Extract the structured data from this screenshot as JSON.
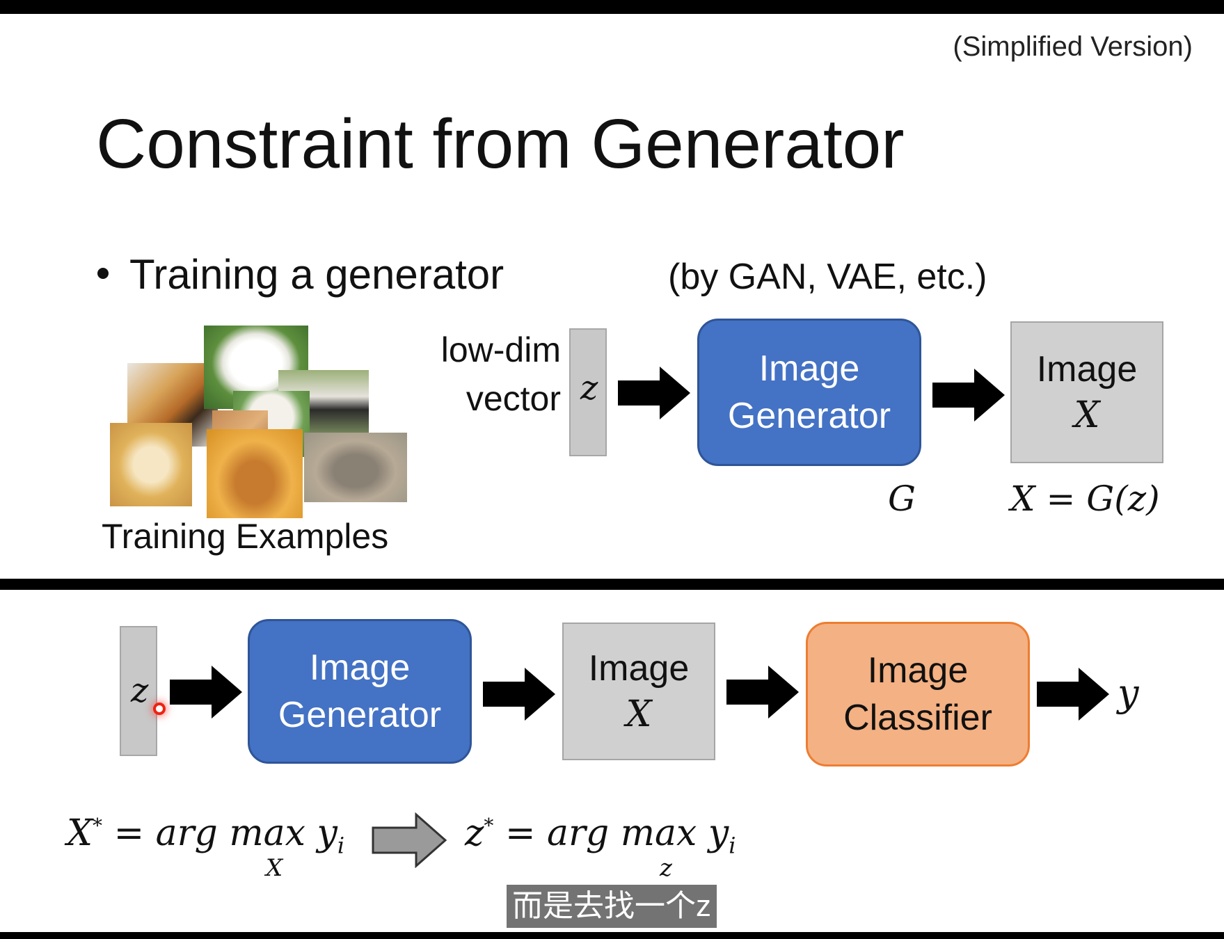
{
  "note": "(Simplified Version)",
  "title": "Constraint from Generator",
  "bullet": "Training a generator",
  "by_gan": "(by GAN, VAE, etc.)",
  "low_dim_line1": "low-dim",
  "low_dim_line2": "vector",
  "z_symbol": "z",
  "generator_box": {
    "line1": "Image",
    "line2": "Generator"
  },
  "image_box": {
    "line1": "Image",
    "line2": "X"
  },
  "classifier_box": {
    "line1": "Image",
    "line2": "Classifier"
  },
  "g_label": "G",
  "x_eq": "X = G(z)",
  "caption": "Training Examples",
  "y_symbol": "y",
  "formula_left": {
    "lhs": "X",
    "star": "*",
    "eq": "= arg max",
    "sub": "X",
    "rhs": "y",
    "rhs_sub": "i"
  },
  "formula_right": {
    "lhs": "z",
    "star": "*",
    "eq": "= arg max",
    "sub": "z",
    "rhs": "y",
    "rhs_sub": "i"
  },
  "subtitle": "而是去找一个z",
  "colors": {
    "generator_fill": "#4472c4",
    "classifier_fill": "#f4b183",
    "image_fill": "#d0d0d0",
    "arrow": "#000000",
    "implication_arrow": "#9a9a9a"
  }
}
